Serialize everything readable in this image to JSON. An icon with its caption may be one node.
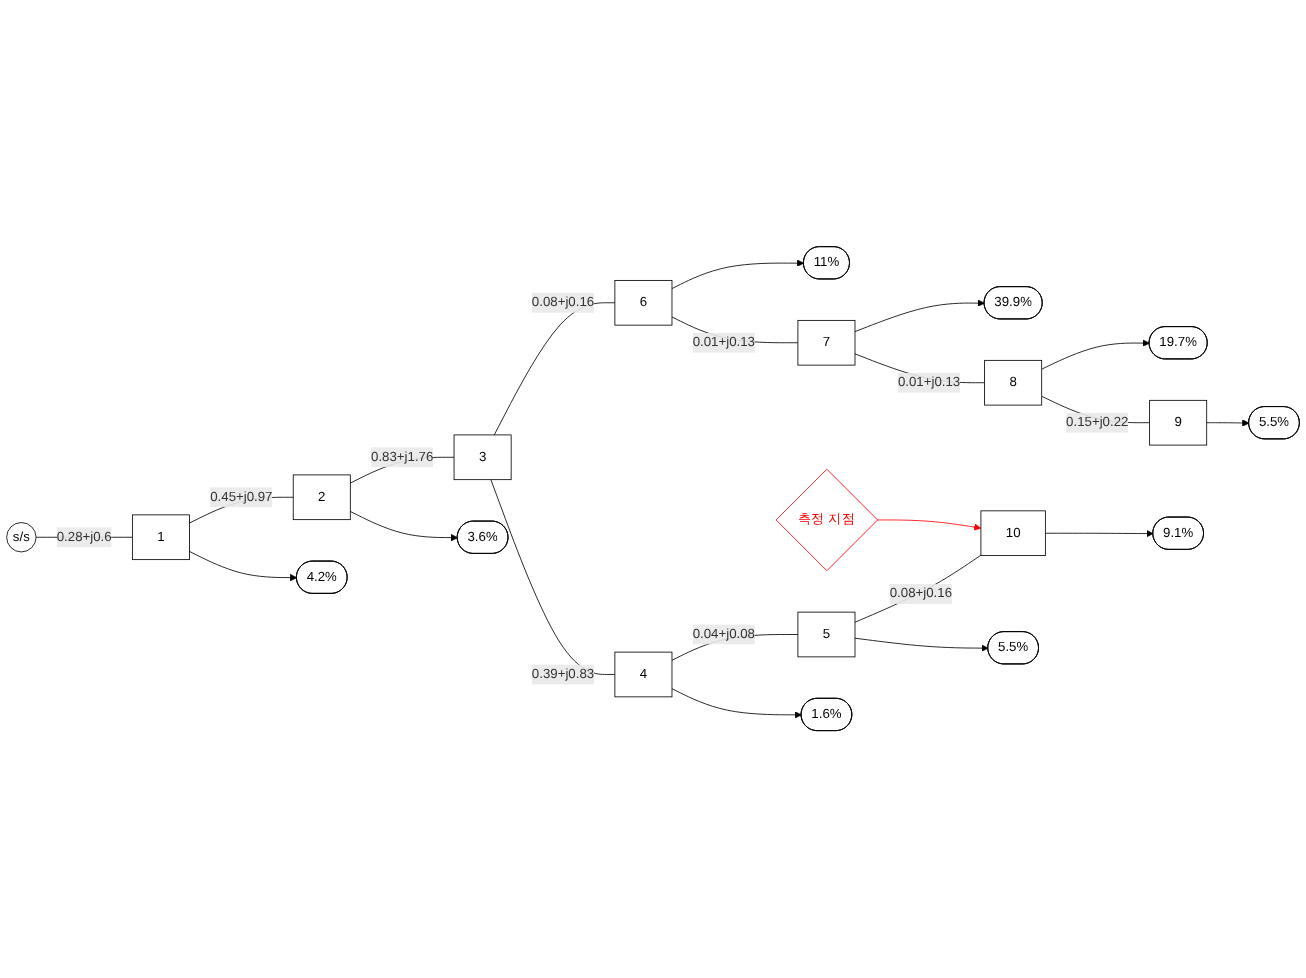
{
  "diagram": {
    "nodes": [
      {
        "text": [
          "11%"
        ]
      },
      {
        "text": [
          "39.9%"
        ]
      },
      {
        "text": [
          "19.7%"
        ]
      },
      {
        "text": [
          "5.5%"
        ]
      },
      {
        "text": [
          "6"
        ]
      },
      {
        "text": [
          "7"
        ]
      },
      {
        "text": [
          "8"
        ]
      },
      {
        "text": [
          "9"
        ]
      },
      {
        "text": [
          "측정 지점"
        ]
      },
      {
        "text": [
          "10"
        ]
      },
      {
        "text": [
          "9.1%"
        ]
      },
      {
        "text": [
          "s/s"
        ]
      },
      {
        "text": [
          "1"
        ]
      },
      {
        "text": [
          "2"
        ]
      },
      {
        "text": [
          "3"
        ]
      },
      {
        "text": [
          "4"
        ]
      },
      {
        "text": [
          "5"
        ]
      },
      {
        "text": [
          "4.2%"
        ]
      },
      {
        "text": [
          "3.6%"
        ]
      },
      {
        "text": [
          "1.6%"
        ]
      },
      {
        "text": [
          "5.5%"
        ]
      }
    ],
    "edges": [
      {
        "from": 11,
        "to": 12,
        "arrow": "none",
        "label": "0.28+j0.6"
      },
      {
        "from": 12,
        "to": 13,
        "arrow": "none",
        "label": "0.45+j0.97"
      },
      {
        "from": 13,
        "to": 14,
        "arrow": "none",
        "label": "0.83+j1.76"
      },
      {
        "from": 14,
        "to": 15,
        "arrow": "none",
        "label": "0.39+j0.83"
      },
      {
        "from": 15,
        "to": 16,
        "arrow": "none",
        "label": "0.04+j0.08"
      },
      {
        "from": 14,
        "to": 4,
        "arrow": "none",
        "label": "0.08+j0.16"
      },
      {
        "from": 4,
        "to": 5,
        "arrow": "none",
        "label": "0.01+j0.13"
      },
      {
        "from": 5,
        "to": 6,
        "arrow": "none",
        "label": "0.01+j0.13"
      },
      {
        "from": 6,
        "to": 7,
        "arrow": "none",
        "label": "0.15+j0.22"
      },
      {
        "from": 16,
        "to": 9,
        "arrow": "none",
        "label": "0.08+j0.16"
      },
      {
        "from": 8,
        "to": 9,
        "arrow": "to",
        "color": "#ff0000"
      },
      {
        "from": 9,
        "to": 10,
        "arrow": "to"
      },
      {
        "from": 4,
        "to": 0,
        "arrow": "to"
      },
      {
        "from": 5,
        "to": 1,
        "arrow": "to"
      },
      {
        "from": 6,
        "to": 2,
        "arrow": "to"
      },
      {
        "from": 7,
        "to": 3,
        "arrow": "to"
      },
      {
        "from": 12,
        "to": 17,
        "arrow": "to"
      },
      {
        "from": 13,
        "to": 18,
        "arrow": "to"
      },
      {
        "from": 15,
        "to": 19,
        "arrow": "to"
      },
      {
        "from": 16,
        "to": 20,
        "arrow": "to"
      }
    ]
  }
}
